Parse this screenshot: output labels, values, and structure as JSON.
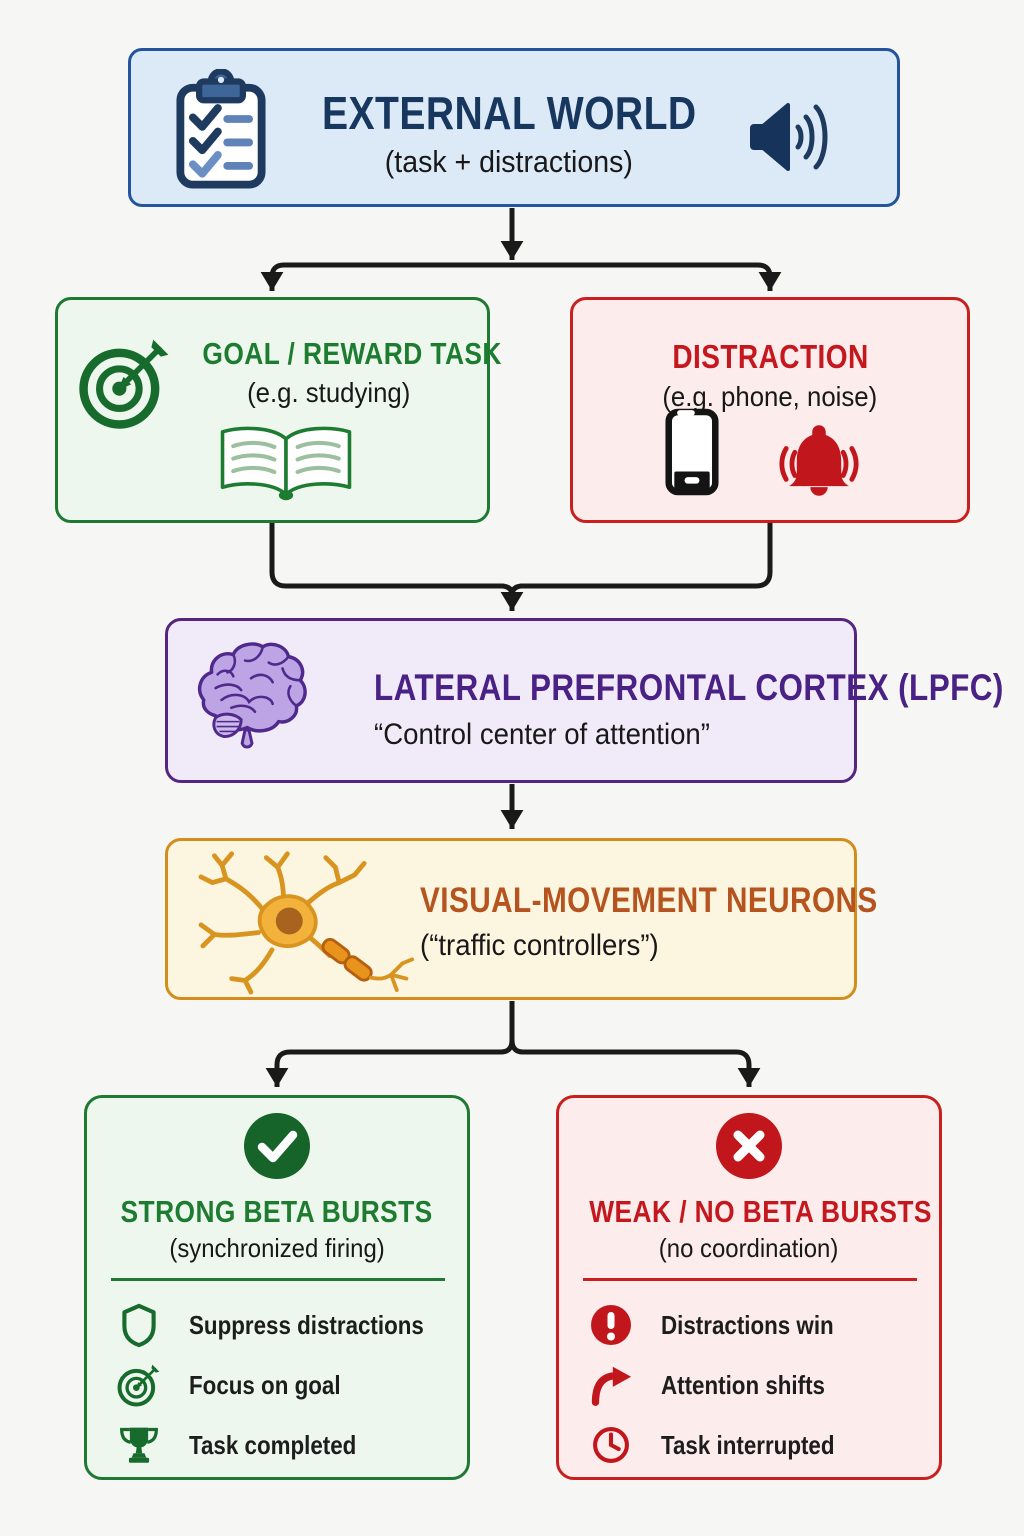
{
  "palette": {
    "page_bg": "#f6f7f4",
    "ink": "#1a1a1a",
    "arrow": "#1a1a1a",
    "blue_fill": "#dce9f7",
    "blue_border": "#24549c",
    "blue_text": "#17375f",
    "green_fill": "#eef7ee",
    "green_border": "#1e7a33",
    "green_text": "#1e7c31",
    "red_fill": "#fcecec",
    "red_border": "#c9201f",
    "red_text": "#c4181e",
    "purple_fill": "#f1ebf9",
    "purple_border": "#56257f",
    "purple_text": "#4a2185",
    "amber_fill": "#fcf5e0",
    "amber_border": "#d28e1d",
    "amber_text": "#b5541e"
  },
  "boxes": {
    "external": {
      "title": "EXTERNAL WORLD",
      "subtitle": "(task + distractions)",
      "icons": [
        "clipboard-checklist-icon",
        "speaker-icon"
      ]
    },
    "goal": {
      "title": "GOAL / REWARD TASK",
      "subtitle": "(e.g. studying)",
      "icons": [
        "target-icon",
        "open-book-icon"
      ]
    },
    "distraction": {
      "title": "DISTRACTION",
      "subtitle": "(e.g. phone, noise)",
      "icons": [
        "phone-icon",
        "bell-icon"
      ]
    },
    "lpfc": {
      "title": "LATERAL PREFRONTAL CORTEX (LPFC)",
      "subtitle": "“Control center of attention”",
      "icons": [
        "brain-icon"
      ]
    },
    "neurons": {
      "title": "VISUAL-MOVEMENT NEURONS",
      "subtitle": "(“traffic controllers”)",
      "icons": [
        "neuron-icon"
      ]
    },
    "strong": {
      "badge_icon": "check-circle-icon",
      "title": "STRONG BETA BURSTS",
      "subtitle": "(synchronized firing)",
      "items": [
        {
          "icon": "shield-icon",
          "label": "Suppress distractions"
        },
        {
          "icon": "target-icon",
          "label": "Focus on goal"
        },
        {
          "icon": "trophy-icon",
          "label": "Task completed"
        }
      ]
    },
    "weak": {
      "badge_icon": "x-circle-icon",
      "title": "WEAK / NO BETA BURSTS",
      "subtitle": "(no coordination)",
      "items": [
        {
          "icon": "alert-icon",
          "label": "Distractions win"
        },
        {
          "icon": "redirect-arrow-icon",
          "label": "Attention shifts"
        },
        {
          "icon": "clock-icon",
          "label": "Task interrupted"
        }
      ]
    }
  }
}
